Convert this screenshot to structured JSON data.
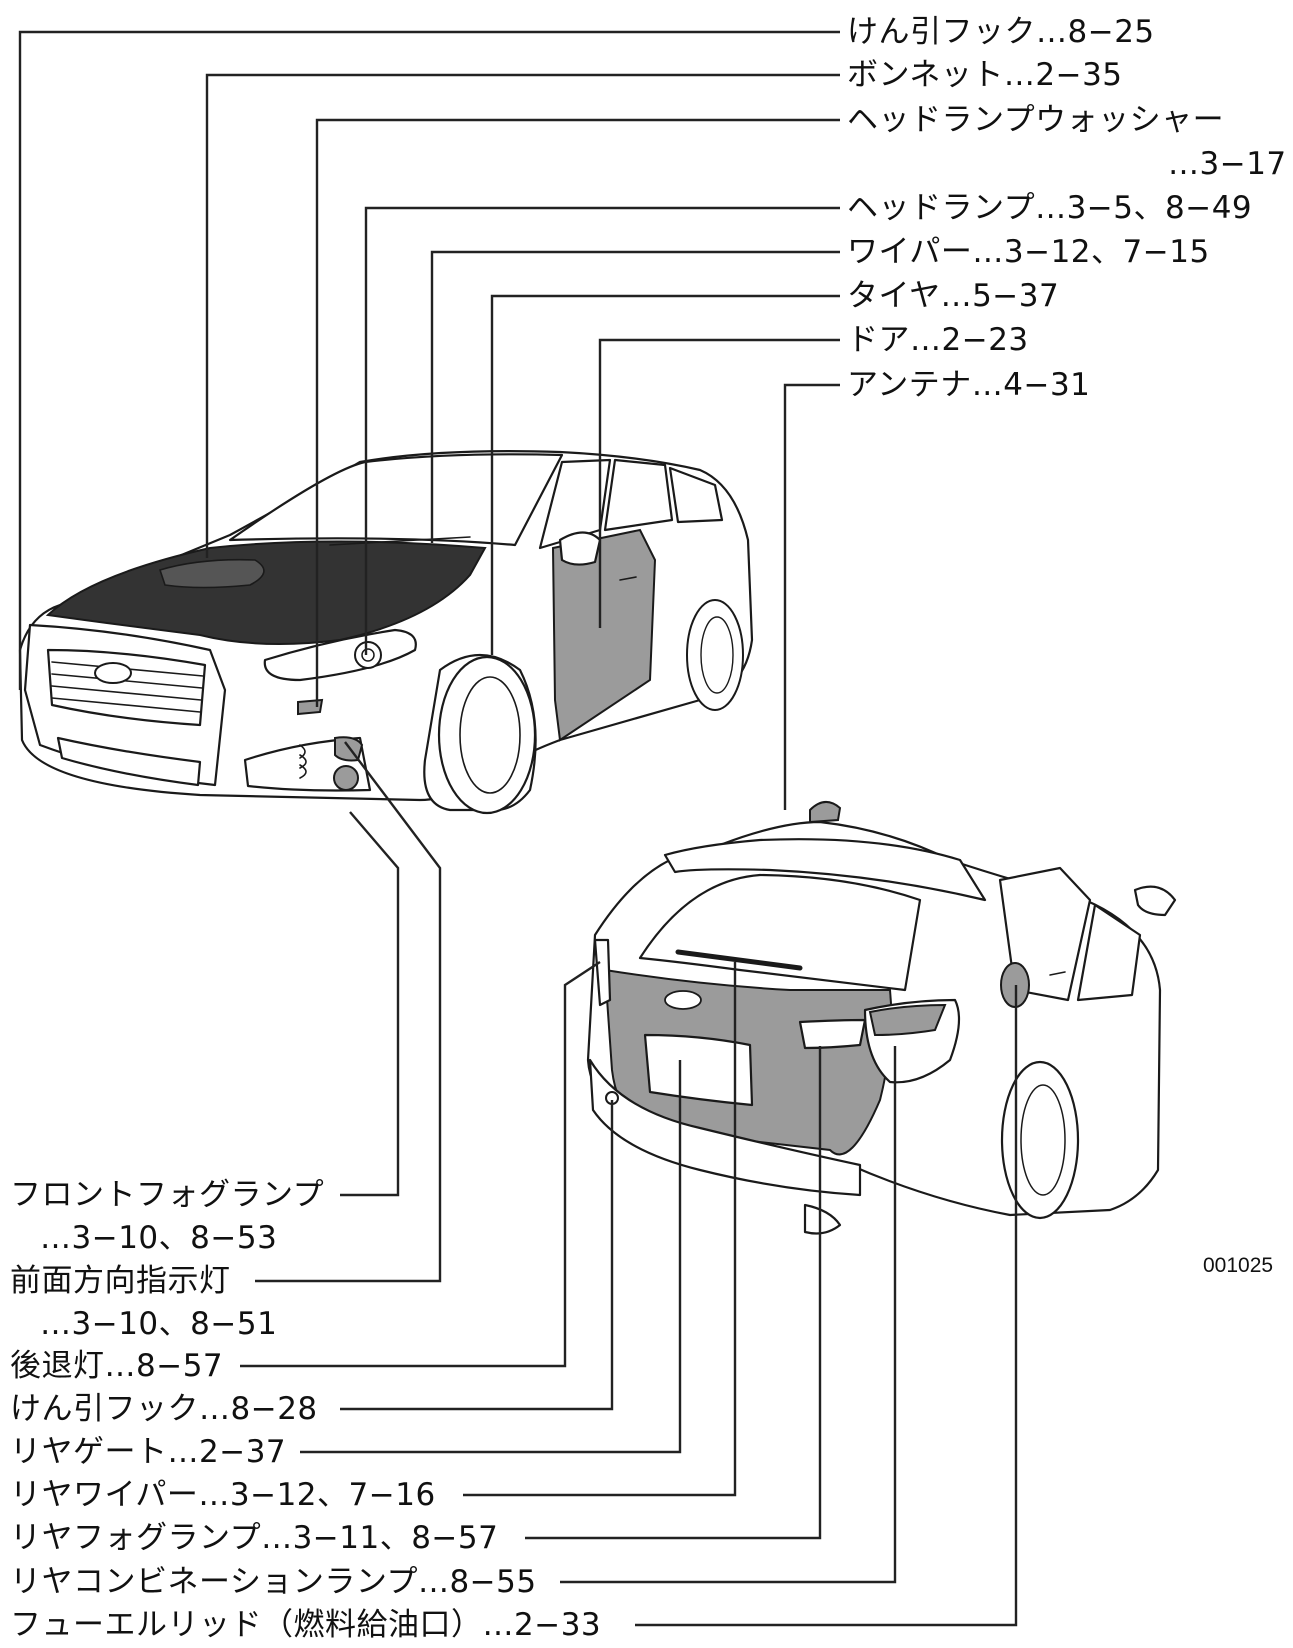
{
  "figure_code": "001025",
  "front_labels": [
    {
      "text": "けん引フック…8−25"
    },
    {
      "text": "ボンネット…2−35"
    },
    {
      "text": "ヘッドランプウォッシャー",
      "cont": "…3−17"
    },
    {
      "text": "ヘッドランプ…3−5、8−49"
    },
    {
      "text": "ワイパー…3−12、7−15"
    },
    {
      "text": "タイヤ…5−37"
    },
    {
      "text": "ドア…2−23"
    },
    {
      "text": "アンテナ…4−31"
    }
  ],
  "rear_labels": [
    {
      "text": "フロントフォグランプ",
      "cont": "…3−10、8−53"
    },
    {
      "text": "前面方向指示灯",
      "cont": "…3−10、8−51"
    },
    {
      "text": "後退灯…8−57"
    },
    {
      "text": "けん引フック…8−28"
    },
    {
      "text": "リヤゲート…2−37"
    },
    {
      "text": "リヤワイパー…3−12、7−16"
    },
    {
      "text": "リヤフォグランプ…3−11、8−57"
    },
    {
      "text": "リヤコンビネーションランプ…8−55"
    },
    {
      "text": "フューエルリッド（燃料給油口）…2−33"
    }
  ]
}
